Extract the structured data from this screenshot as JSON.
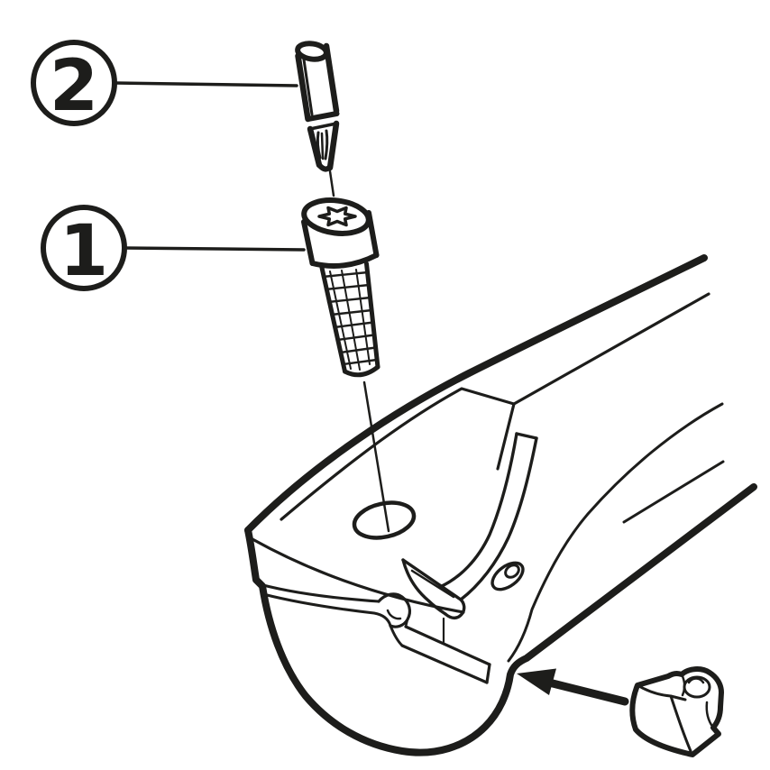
{
  "drawing": {
    "background": "#ffffff",
    "line_color": "#1d1d1b",
    "balloons": [
      {
        "label": "2",
        "part": "torx-key-bit"
      },
      {
        "label": "1",
        "part": "insert-clamp-screw"
      }
    ],
    "components": [
      {
        "name": "torx-key-bit",
        "balloon": "2"
      },
      {
        "name": "insert-clamp-screw",
        "balloon": "1"
      },
      {
        "name": "toolholder-body",
        "balloon": ""
      },
      {
        "name": "clamp-wedge",
        "balloon": ""
      },
      {
        "name": "insert-seat",
        "balloon": ""
      },
      {
        "name": "cutting-insert",
        "balloon": ""
      },
      {
        "name": "insert-mounting-arrow",
        "balloon": ""
      }
    ]
  }
}
